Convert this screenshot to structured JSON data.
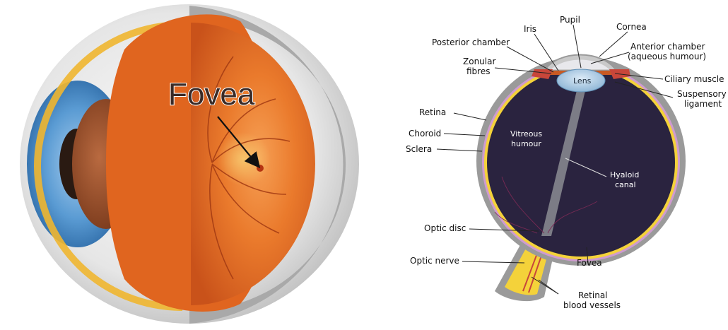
{
  "left_figure": {
    "label": "Fovea"
  },
  "right_figure": {
    "labels": {
      "pupil": "Pupil",
      "iris": "Iris",
      "cornea": "Cornea",
      "posterior_chamber": "Posterior chamber",
      "anterior_chamber_line1": "Anterior chamber",
      "anterior_chamber_line2": "(aqueous humour)",
      "zonular_line1": "Zonular",
      "zonular_line2": "fibres",
      "ciliary_muscle": "Ciliary muscle",
      "suspensory_line1": "Suspensory",
      "suspensory_line2": "ligament",
      "lens": "Lens",
      "retina": "Retina",
      "choroid": "Choroid",
      "sclera": "Sclera",
      "vitreous_line1": "Vitreous",
      "vitreous_line2": "humour",
      "hyaloid_line1": "Hyaloid",
      "hyaloid_line2": "canal",
      "optic_disc": "Optic disc",
      "optic_nerve": "Optic nerve",
      "fovea": "Fovea",
      "retinal_line1": "Retinal",
      "retinal_line2": "blood vessels"
    }
  },
  "colors": {
    "retina_orange": "#e2641f",
    "sclera_grey": "#9a9a9a",
    "iris_blue": "#4f93cf",
    "vitreous_dark": "#2a233f",
    "optic_yellow": "#f4d23a",
    "muscle_red": "#c8463a"
  }
}
